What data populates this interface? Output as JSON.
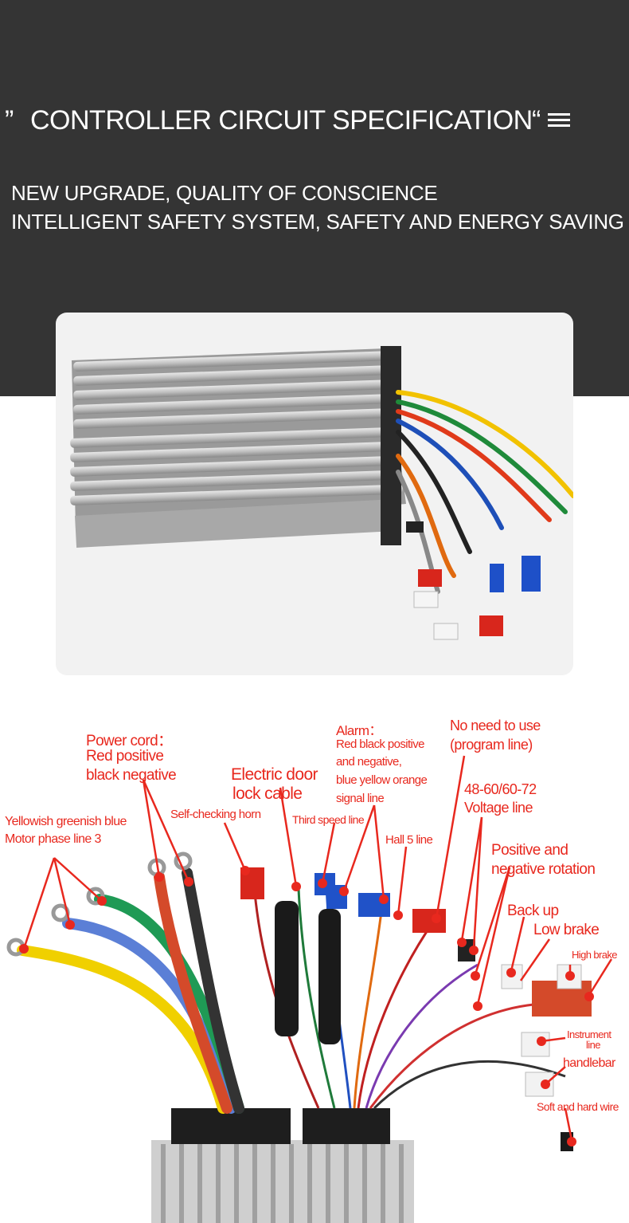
{
  "header": {
    "quote_left": "”",
    "title": "CONTROLLER CIRCUIT SPECIFICATION",
    "quote_right": "“",
    "subtitle_line1": "NEW UPGRADE, QUALITY OF CONSCIENCE",
    "subtitle_line2": "INTELLIGENT SAFETY SYSTEM, SAFETY AND ENERGY SAVING"
  },
  "colors": {
    "header_bg": "#343434",
    "label_red": "#e8281e",
    "accent_text": "#ffffff"
  },
  "labels": {
    "power_cord_1": "Power cord：",
    "power_cord_2": "Red positive",
    "power_cord_3": "black negative",
    "phase_1": "Yellowish greenish blue",
    "phase_2": "Motor phase line 3",
    "door_lock_1": "Electric door",
    "door_lock_2": "lock cable",
    "horn": "Self-checking horn",
    "third_speed": "Third speed line",
    "alarm_1": "Alarm：",
    "alarm_2": "Red black positive",
    "alarm_3": "and negative,",
    "alarm_4": "blue yellow orange",
    "alarm_5": "signal line",
    "hall": "Hall 5 line",
    "no_need_1": "No need to use",
    "no_need_2": "(program line)",
    "voltage_1": "48-60/60-72",
    "voltage_2": "Voltage line",
    "rotation_1": "Positive and",
    "rotation_2": "negative rotation",
    "backup": "Back up",
    "low_brake": "Low brake",
    "high_brake": "High brake",
    "instrument_1": "Instrument",
    "instrument_2": "line",
    "handlebar": "handlebar",
    "soft_hard": "Soft and hard wire"
  }
}
